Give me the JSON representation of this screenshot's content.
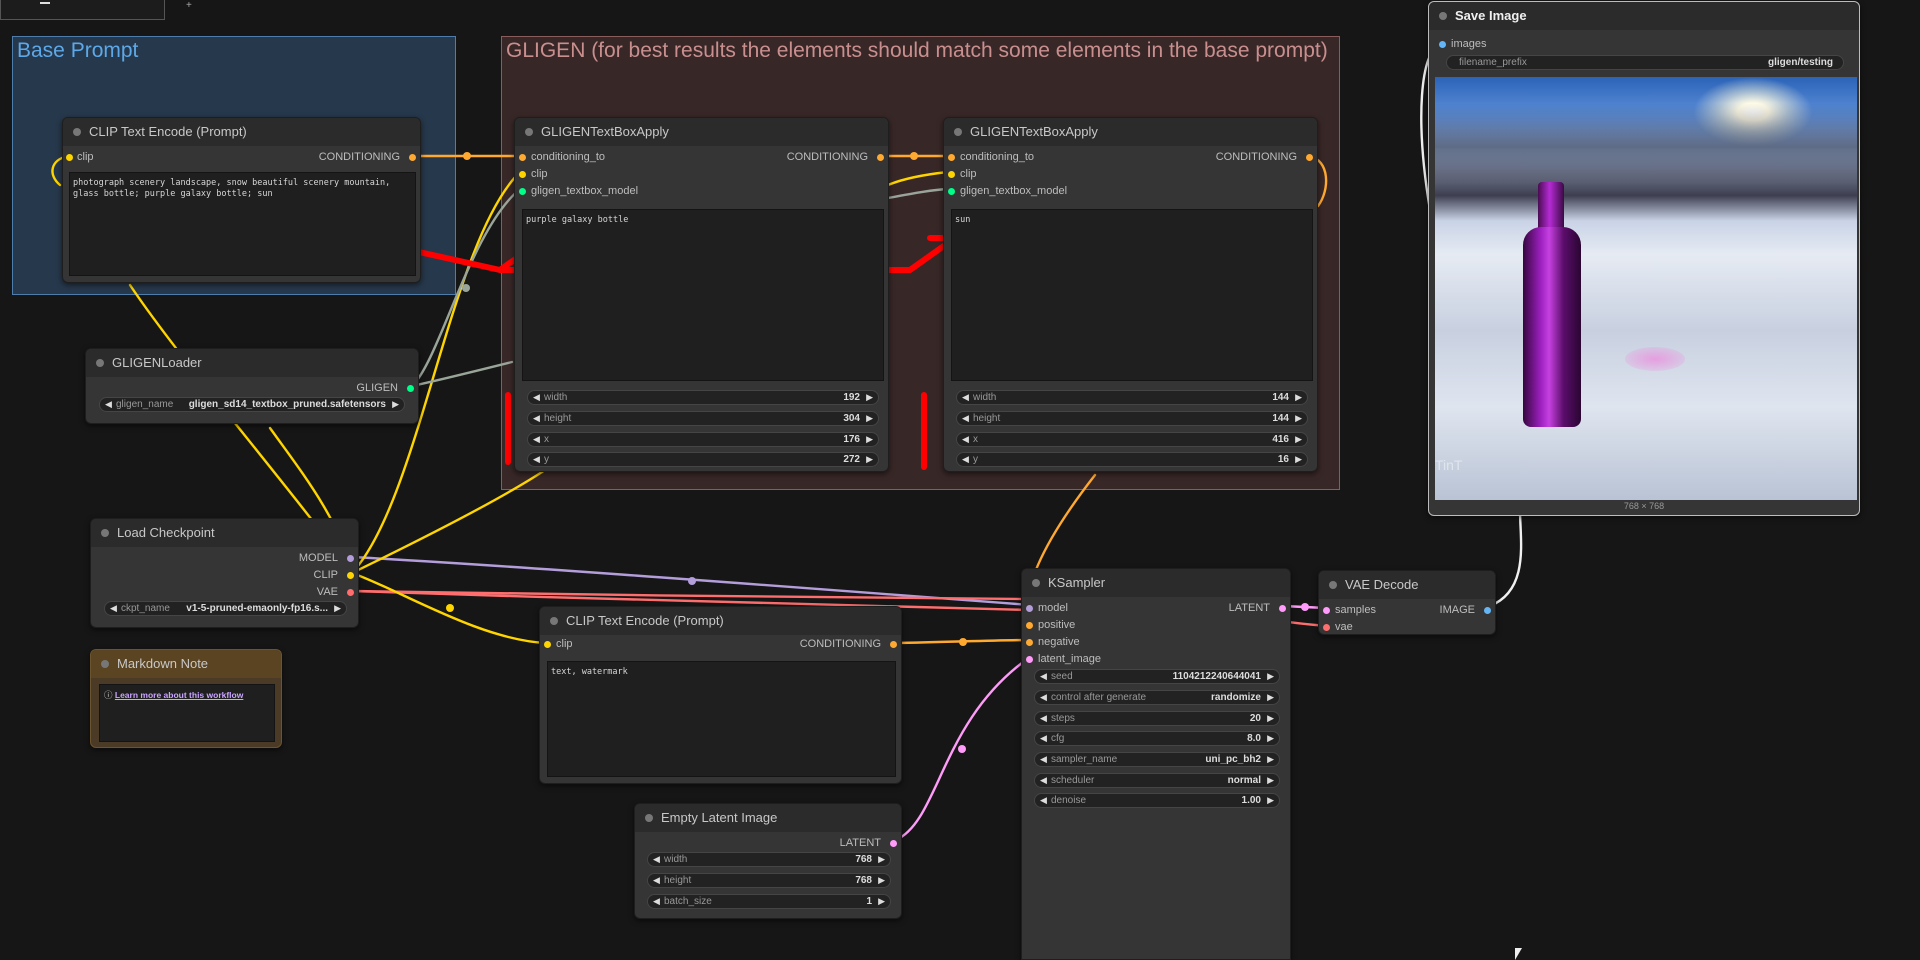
{
  "groups": {
    "base_prompt": {
      "title": "Base Prompt",
      "color": "#3f6a96"
    },
    "gligen": {
      "title": "GLIGEN (for best results the elements should match some elements in the base prompt)",
      "color": "#c48b8b"
    }
  },
  "clip_text_positive": {
    "title": "CLIP Text Encode (Prompt)",
    "input": "clip",
    "output": "CONDITIONING",
    "text": "photograph scenery landscape, snow beautiful scenery mountain, glass bottle; purple galaxy bottle; sun"
  },
  "gligen_loader": {
    "title": "GLIGENLoader",
    "output": "GLIGEN",
    "widget_name": "gligen_name",
    "widget_value": "gligen_sd14_textbox_pruned.safetensors"
  },
  "gligen_apply_1": {
    "title": "GLIGENTextBoxApply",
    "inputs": [
      "conditioning_to",
      "clip",
      "gligen_textbox_model"
    ],
    "output": "CONDITIONING",
    "text": "purple galaxy bottle",
    "widgets": [
      {
        "name": "width",
        "value": "192"
      },
      {
        "name": "height",
        "value": "304"
      },
      {
        "name": "x",
        "value": "176"
      },
      {
        "name": "y",
        "value": "272"
      }
    ]
  },
  "gligen_apply_2": {
    "title": "GLIGENTextBoxApply",
    "inputs": [
      "conditioning_to",
      "clip",
      "gligen_textbox_model"
    ],
    "output": "CONDITIONING",
    "text": "sun",
    "widgets": [
      {
        "name": "width",
        "value": "144"
      },
      {
        "name": "height",
        "value": "144"
      },
      {
        "name": "x",
        "value": "416"
      },
      {
        "name": "y",
        "value": "16"
      }
    ]
  },
  "save_image": {
    "title": "Save Image",
    "input": "images",
    "widget_name": "filename_prefix",
    "widget_value": "gligen/testing",
    "size_label": "768 × 768",
    "watermark": "TinT"
  },
  "load_checkpoint": {
    "title": "Load Checkpoint",
    "outputs": [
      "MODEL",
      "CLIP",
      "VAE"
    ],
    "widget_name": "ckpt_name",
    "widget_value": "v1-5-pruned-emaonly-fp16.s..."
  },
  "markdown_note": {
    "title": "Markdown Note",
    "link_text": "Learn more about this workflow",
    "icon_glyph": "ⓘ"
  },
  "clip_text_negative": {
    "title": "CLIP Text Encode (Prompt)",
    "input": "clip",
    "output": "CONDITIONING",
    "text": "text, watermark"
  },
  "empty_latent": {
    "title": "Empty Latent Image",
    "output": "LATENT",
    "widgets": [
      {
        "name": "width",
        "value": "768"
      },
      {
        "name": "height",
        "value": "768"
      },
      {
        "name": "batch_size",
        "value": "1"
      }
    ]
  },
  "ksampler": {
    "title": "KSampler",
    "inputs": [
      "model",
      "positive",
      "negative",
      "latent_image"
    ],
    "output": "LATENT",
    "widgets": [
      {
        "name": "seed",
        "value": "1104212240644041"
      },
      {
        "name": "control after generate",
        "value": "randomize"
      },
      {
        "name": "steps",
        "value": "20"
      },
      {
        "name": "cfg",
        "value": "8.0"
      },
      {
        "name": "sampler_name",
        "value": "uni_pc_bh2"
      },
      {
        "name": "scheduler",
        "value": "normal"
      },
      {
        "name": "denoise",
        "value": "1.00"
      }
    ]
  },
  "vae_decode": {
    "title": "VAE Decode",
    "inputs": [
      "samples",
      "vae"
    ],
    "output": "IMAGE"
  },
  "colors": {
    "conditioning": "#ffa931",
    "clip": "#ffd500",
    "model": "#b39ddb",
    "vae": "#ff6e6e",
    "latent": "#ff9cf9",
    "image": "#64b5f6",
    "gligen": "#00ff88",
    "annotation": "#ff0000"
  }
}
